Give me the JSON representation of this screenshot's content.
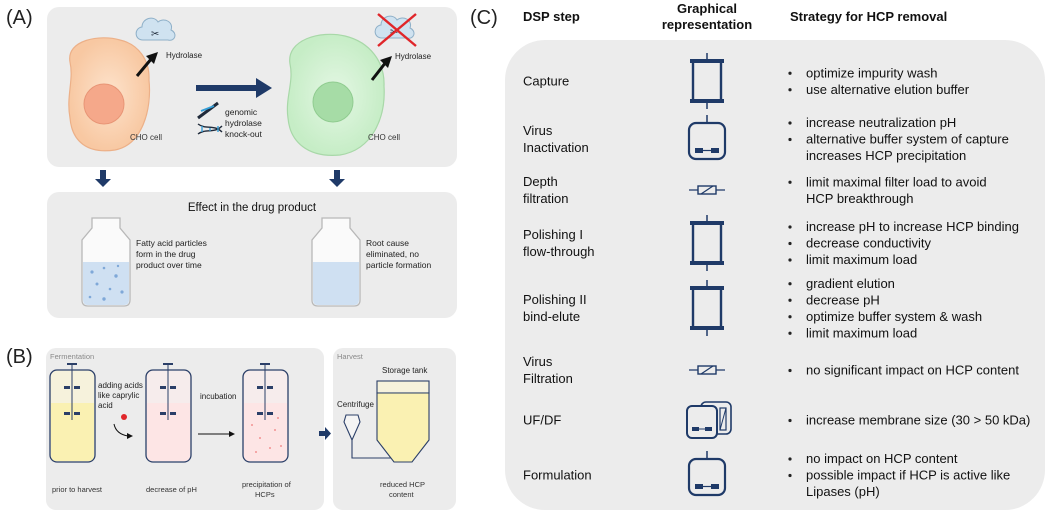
{
  "panel_a": {
    "label": "(A)",
    "hydrolase_left": "Hydrolase",
    "hydrolase_right": "Hydrolase",
    "cho_left": "CHO cell",
    "cho_right": "CHO cell",
    "knockout_lines": [
      "genomic",
      "hydrolase",
      "knock-out"
    ],
    "effect_title": "Effect in the drug product",
    "vial_left_lines": [
      "Fatty acid particles",
      "form in the drug",
      "product over time"
    ],
    "vial_right_lines": [
      "Root cause",
      "eliminated, no",
      "particle formation"
    ]
  },
  "panel_b": {
    "label": "(B)",
    "fermentation": "Fermentation",
    "harvest": "Harvest",
    "adding_lines": [
      "adding acids",
      "like caprylic",
      "acid"
    ],
    "incubation": "incubation",
    "prior": "prior to harvest",
    "decrease": "decrease of pH",
    "precip_lines": [
      "precipitation of",
      "HCPs"
    ],
    "centrifuge": "Centrifuge",
    "storage": "Storage tank",
    "reduced_lines": [
      "reduced HCP",
      "content"
    ]
  },
  "panel_c": {
    "label": "(C)",
    "headers": {
      "step": "DSP step",
      "graphic_lines": [
        "Graphical",
        "representation"
      ],
      "strategy": "Strategy for HCP removal"
    },
    "rows": [
      {
        "step": [
          "Capture"
        ],
        "icon": "column-icon",
        "bullets": [
          "optimize impurity wash",
          "use alternative elution buffer"
        ]
      },
      {
        "step": [
          "Virus",
          "Inactivation"
        ],
        "icon": "tank-icon",
        "bullets": [
          "increase neutralization pH",
          "alternative buffer system of capture",
          "increases HCP precipitation"
        ],
        "bullet_flags": [
          true,
          true,
          false
        ]
      },
      {
        "step": [
          "Depth",
          "filtration"
        ],
        "icon": "filter-icon",
        "bullets": [
          "limit maximal filter load to avoid",
          "HCP breakthrough"
        ],
        "bullet_flags": [
          true,
          false
        ]
      },
      {
        "step": [
          "Polishing I",
          "flow-through"
        ],
        "icon": "column-icon",
        "bullets": [
          "increase pH to increase HCP binding",
          "decrease conductivity",
          "limit maximum load"
        ]
      },
      {
        "step": [
          "Polishing II",
          "bind-elute"
        ],
        "icon": "column-icon",
        "bullets": [
          "gradient elution",
          "decrease pH",
          "optimize buffer system & wash",
          "limit maximum load"
        ]
      },
      {
        "step": [
          "Virus",
          "Filtration"
        ],
        "icon": "filter-icon",
        "bullets": [
          "no significant impact on HCP content"
        ]
      },
      {
        "step": [
          "UF/DF"
        ],
        "icon": "ufdf-icon",
        "bullets": [
          "increase membrane size (30 > 50 kDa)"
        ]
      },
      {
        "step": [
          "Formulation"
        ],
        "icon": "tank-icon",
        "bullets": [
          "no impact on HCP content",
          "possible impact if HCP is active like",
          "Lipases (pH)"
        ],
        "bullet_flags": [
          true,
          true,
          false
        ]
      }
    ]
  }
}
